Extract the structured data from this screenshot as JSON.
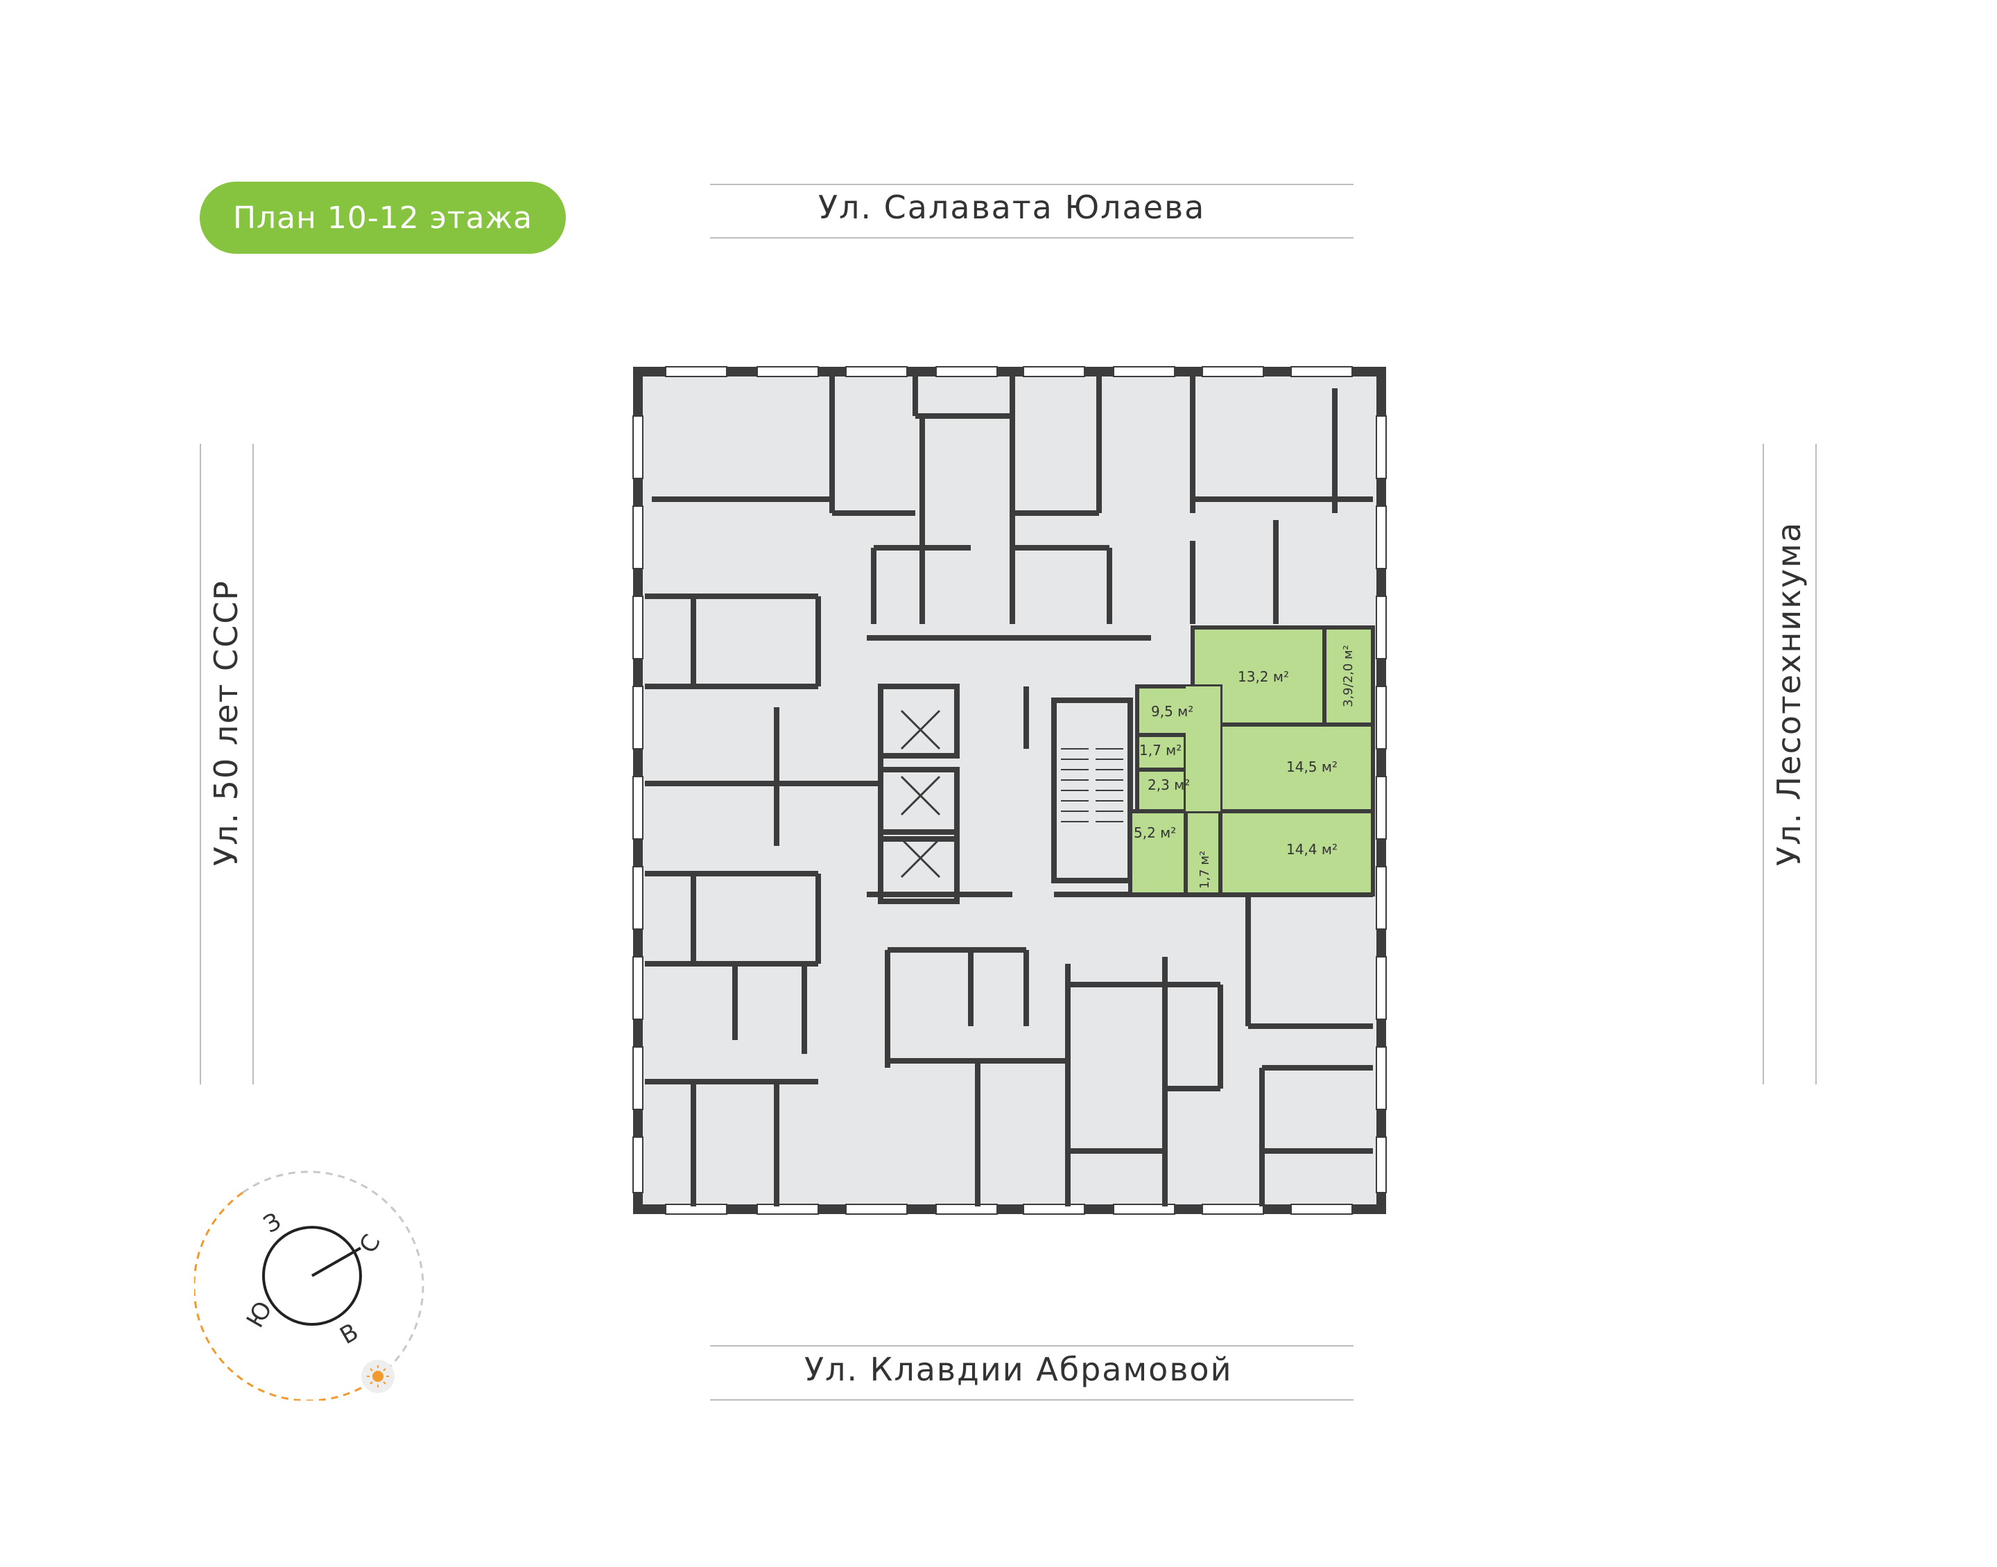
{
  "badge": {
    "label": "План 10-12 этажа",
    "color": "#86c440"
  },
  "streets": {
    "top": "Ул. Салавата Юлаева",
    "bottom": "Ул. Клавдии Абрамовой",
    "left": "Ул. 50 лет СССР",
    "right": "Ул. Лесотехникума"
  },
  "apartment": {
    "highlight_color": "#b9dc91",
    "rooms": [
      {
        "label": "13,2 м²"
      },
      {
        "label": "3,9/2,0 м²"
      },
      {
        "label": "9,5 м²"
      },
      {
        "label": "1,7 м²"
      },
      {
        "label": "14,5 м²"
      },
      {
        "label": "2,3 м²"
      },
      {
        "label": "5,2 м²"
      },
      {
        "label": "1,7 м²"
      },
      {
        "label": "14,4 м²"
      }
    ]
  },
  "compass": {
    "north": "С",
    "south": "Ю",
    "east": "В",
    "west": "З",
    "sun_icon": "sun-icon",
    "path_color": "#f29a2e"
  },
  "colors": {
    "wall": "#3c3c3c",
    "room": "#e6e7e8"
  }
}
